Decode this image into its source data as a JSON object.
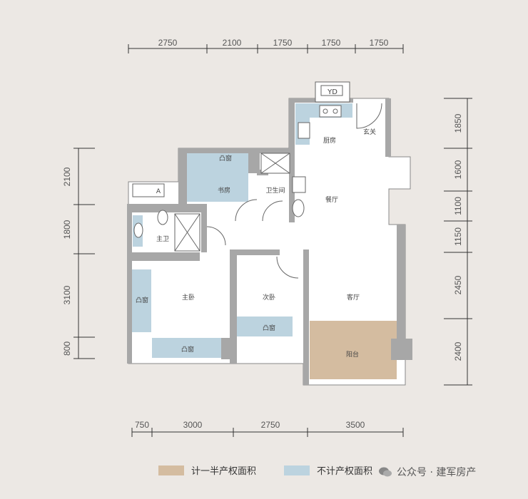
{
  "dims": {
    "top": [
      "2750",
      "2100",
      "1750",
      "1750",
      "1750"
    ],
    "bottom": [
      "750",
      "3000",
      "2750",
      "3500"
    ],
    "left": [
      "2100",
      "1800",
      "3100",
      "800"
    ],
    "right": [
      "1850",
      "1600",
      "1100",
      "1150",
      "2450",
      "2400"
    ]
  },
  "rooms": {
    "yd": "YD",
    "kitchen": "厨房",
    "entry": "玄关",
    "bay_window_top": "凸窗",
    "study": "书房",
    "bathroom": "卫生间",
    "dining": "餐厅",
    "ensuite": "主卫",
    "master_bedroom": "主卧",
    "second_bedroom": "次卧",
    "living": "客厅",
    "bay_window_left": "凸窗",
    "bay_window_mid": "凸窗",
    "bay_window_bottom": "凸窗",
    "balcony": "阳台",
    "ac": "A"
  },
  "legend": {
    "half": "计一半产权面积",
    "none": "不计产权面积"
  },
  "colors": {
    "half": "#d4bca0",
    "none": "#bcd3df",
    "wall": "#a7a7a7"
  },
  "watermark": "公众号 · 建军房产"
}
